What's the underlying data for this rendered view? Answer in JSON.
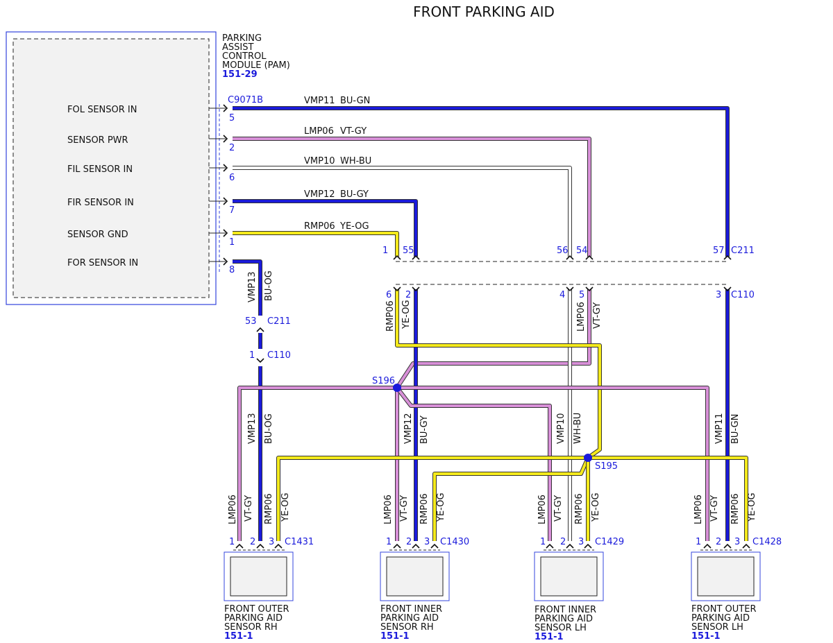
{
  "title": "FRONT PARKING AID",
  "module": {
    "name_lines": [
      "PARKING",
      "ASSIST",
      "CONTROL",
      "MODULE (PAM)"
    ],
    "ref": "151-29",
    "connector": "C9071B",
    "inputs": [
      "FOL SENSOR IN",
      "SENSOR PWR",
      "FIL SENSOR IN",
      "FIR SENSOR IN",
      "SENSOR GND",
      "FOR SENSOR IN"
    ],
    "pins": [
      "5",
      "2",
      "6",
      "7",
      "1",
      "8"
    ]
  },
  "circuits": {
    "vmp11": "VMP11",
    "bu_gn": "BU-GN",
    "lmp06": "LMP06",
    "vt_gy": "VT-GY",
    "vmp10": "VMP10",
    "wh_bu": "WH-BU",
    "vmp12": "VMP12",
    "bu_gy": "BU-GY",
    "rmp06": "RMP06",
    "ye_og": "YE-OG",
    "vmp13": "VMP13",
    "bu_og": "BU-OG"
  },
  "connectors": {
    "c211": "C211",
    "c110": "C110"
  },
  "inline_pins": {
    "upper": [
      "1",
      "55",
      "56",
      "54",
      "57"
    ],
    "lower": [
      "6",
      "2",
      "4",
      "5",
      "3"
    ],
    "left_upper": "53",
    "left_lower": "1"
  },
  "splices": {
    "s196": "S196",
    "s195": "S195"
  },
  "sensors": [
    {
      "connector": "C1431",
      "pins": [
        "1",
        "2",
        "3"
      ],
      "name_lines": [
        "FRONT OUTER",
        "PARKING AID",
        "SENSOR RH"
      ],
      "ref": "151-1"
    },
    {
      "connector": "C1430",
      "pins": [
        "1",
        "2",
        "3"
      ],
      "name_lines": [
        "FRONT INNER",
        "PARKING AID",
        "SENSOR RH"
      ],
      "ref": "151-1"
    },
    {
      "connector": "C1429",
      "pins": [
        "1",
        "2",
        "3"
      ],
      "name_lines": [
        "FRONT INNER",
        "PARKING AID",
        "SENSOR LH"
      ],
      "ref": "151-1"
    },
    {
      "connector": "C1428",
      "pins": [
        "1",
        "2",
        "3"
      ],
      "name_lines": [
        "FRONT OUTER",
        "PARKING AID",
        "SENSOR LH"
      ],
      "ref": "151-1"
    }
  ],
  "colors": {
    "blue": "#1a1adb",
    "violet": "#d890d8",
    "yellow": "#f4ea1c",
    "white": "#ffffff",
    "outline": "#333333",
    "module_fill": "#f2f2f2"
  }
}
